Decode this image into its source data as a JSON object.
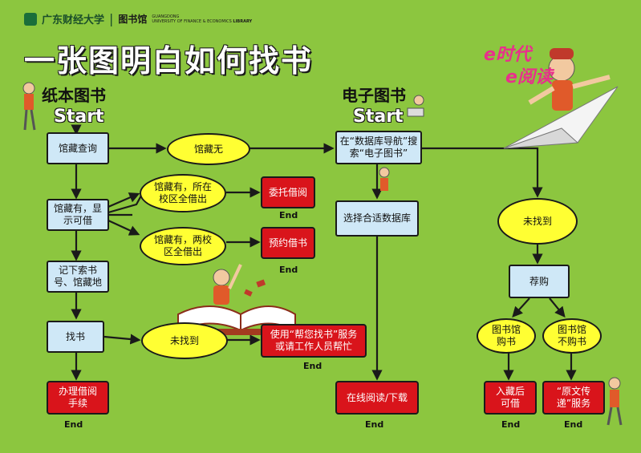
{
  "header": {
    "logo_cn": "广东财经大学",
    "library_cn": "图书馆",
    "logo_en_line1": "GUANGDONG",
    "logo_en_line2": "UNIVERSITY OF FINANCE & ECONOMICS",
    "logo_en_library": "LIBRARY"
  },
  "title": "一张图明白如何找书",
  "print_section": {
    "title": "纸本图书",
    "start": "Start",
    "nodes": {
      "catalog_search": "馆藏查询",
      "no_holdings": "馆藏无",
      "has_available": "馆藏有，显示可借",
      "all_lent_campus": "馆藏有，所在校区全借出",
      "entrust_borrow": "委托借阅",
      "all_lent_both": "馆藏有，两校区全借出",
      "reserve_borrow": "预约借书",
      "note_call_number": "记下索书号、馆藏地",
      "find_book": "找书",
      "not_found": "未找到",
      "help_service": "使用“帮您找书”服务或请工作人员帮忙",
      "checkout": "办理借阅手续"
    },
    "end_label": "End"
  },
  "ebook_section": {
    "title": "电子图书",
    "start": "Start",
    "etime_line1": "e时代",
    "etime_line2": "e阅读",
    "nodes": {
      "search_ebooks": "在“数据库导航”搜索“电子图书”",
      "choose_database": "选择合适数据库",
      "read_download": "在线阅读/下载",
      "not_found": "未找到",
      "recommend": "荐购",
      "library_buys": "图书馆购书",
      "library_not_buy": "图书馆不购书",
      "acquired": "入藏后可借",
      "document_delivery": "“原文传递”服务"
    },
    "end_label": "End"
  },
  "colors": {
    "background": "#8cc63f",
    "blue_box": "#cfe8f7",
    "red_box": "#d9141b",
    "yellow_ellipse": "#ffff33"
  }
}
